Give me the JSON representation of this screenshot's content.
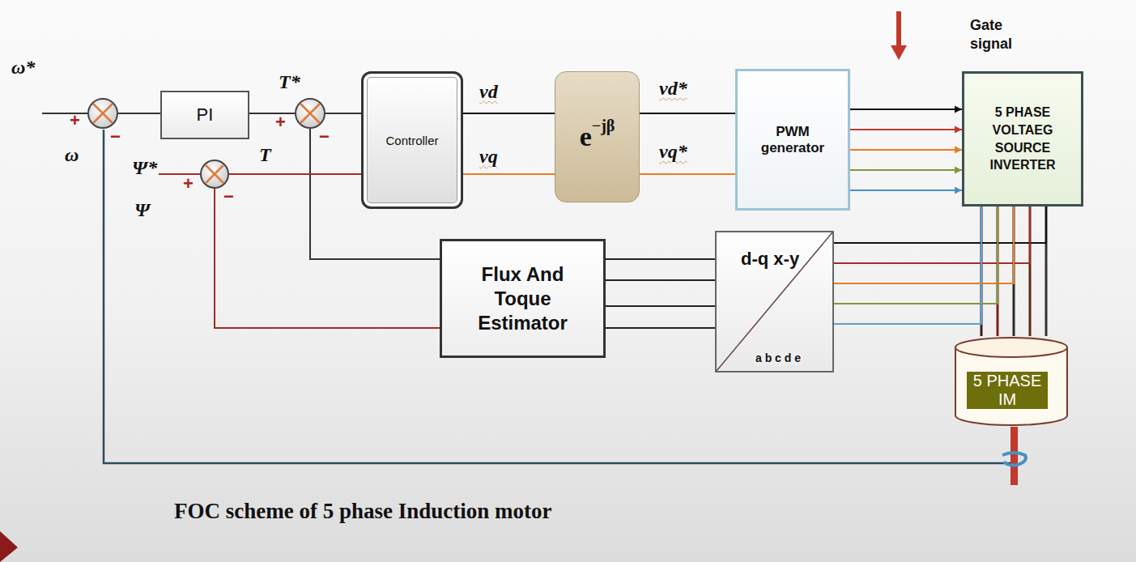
{
  "diagram": {
    "caption": "FOC scheme of 5 phase Induction motor",
    "nodes": [
      {
        "text": [
          "PI"
        ]
      },
      {
        "text": [
          "Controller"
        ]
      },
      {
        "text": [
          "e",
          "−jβ"
        ]
      },
      {
        "text": [
          "PWM generator"
        ]
      },
      {
        "text": [
          "5 PHASE VOLTAEG SOURCE INVERTER"
        ]
      },
      {
        "text": [
          "Flux And Toque Estimator"
        ]
      },
      {
        "text": [
          "d-q x-y",
          "a b c d e"
        ]
      },
      {
        "text": [
          "5 PHASE IM"
        ]
      }
    ],
    "edges": [
      {
        "from": 0,
        "to": 1,
        "arrow": "none"
      },
      {
        "from": 1,
        "to": 2,
        "arrow": "none",
        "label": "vd"
      },
      {
        "from": 1,
        "to": 2,
        "arrow": "none",
        "label": "vq"
      },
      {
        "from": 2,
        "to": 3,
        "arrow": "none",
        "label": "vd*"
      },
      {
        "from": 2,
        "to": 3,
        "arrow": "none",
        "label": "vq*"
      },
      {
        "from": 3,
        "to": 4,
        "arrow": "to"
      },
      {
        "from": 3,
        "to": 4,
        "arrow": "to"
      },
      {
        "from": 3,
        "to": 4,
        "arrow": "to"
      },
      {
        "from": 3,
        "to": 4,
        "arrow": "to"
      },
      {
        "from": 3,
        "to": 4,
        "arrow": "to"
      },
      {
        "from": 4,
        "to": 7,
        "arrow": "none"
      },
      {
        "from": 4,
        "to": 7,
        "arrow": "none"
      },
      {
        "from": 4,
        "to": 7,
        "arrow": "none"
      },
      {
        "from": 4,
        "to": 7,
        "arrow": "none"
      },
      {
        "from": 4,
        "to": 7,
        "arrow": "none"
      },
      {
        "from": 4,
        "to": 6,
        "arrow": "none"
      },
      {
        "from": 4,
        "to": 6,
        "arrow": "none"
      },
      {
        "from": 4,
        "to": 6,
        "arrow": "none"
      },
      {
        "from": 4,
        "to": 6,
        "arrow": "none"
      },
      {
        "from": 4,
        "to": 6,
        "arrow": "none"
      },
      {
        "from": 6,
        "to": 5,
        "arrow": "none"
      },
      {
        "from": 6,
        "to": 5,
        "arrow": "none"
      },
      {
        "from": 6,
        "to": 5,
        "arrow": "none"
      },
      {
        "from": 6,
        "to": 5,
        "arrow": "none"
      },
      {
        "from": 5,
        "to": 1,
        "arrow": "none"
      },
      {
        "from": 5,
        "to": 1,
        "arrow": "none"
      }
    ],
    "labels": [
      "ω*",
      "+",
      "−",
      "ω",
      "T*",
      "+",
      "−",
      "T",
      "Ψ*",
      "+",
      "−",
      "Ψ",
      "Gate signal"
    ]
  }
}
